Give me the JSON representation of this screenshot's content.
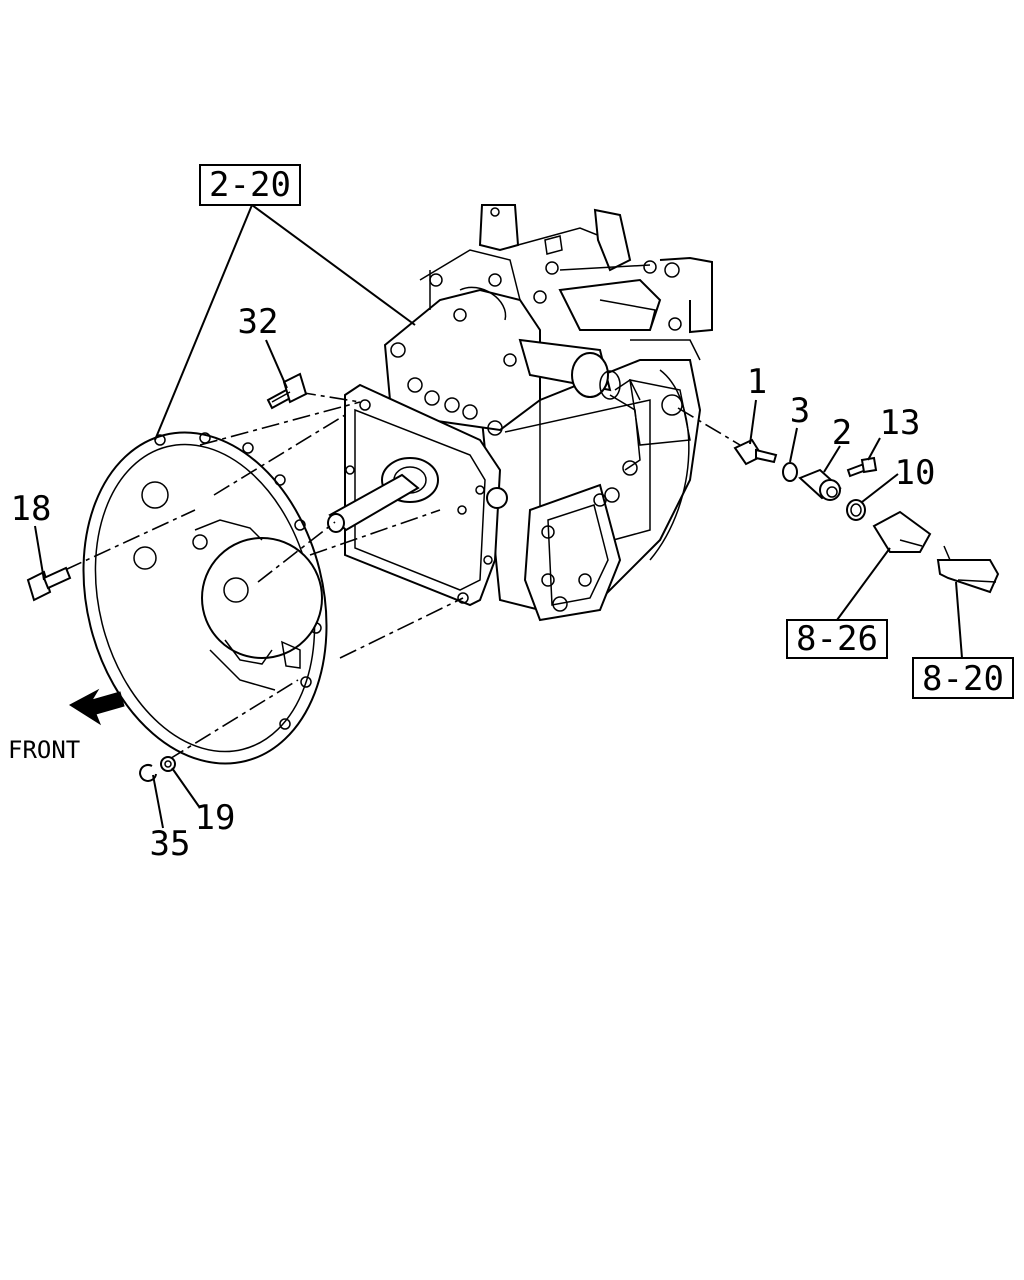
{
  "diagram": {
    "callouts": [
      "1",
      "2",
      "3",
      "10",
      "13",
      "18",
      "19",
      "32",
      "35"
    ],
    "references": [
      "2-20",
      "8-26",
      "8-20"
    ],
    "direction_label": "FRONT",
    "icons": [
      "front-arrow-icon"
    ]
  }
}
